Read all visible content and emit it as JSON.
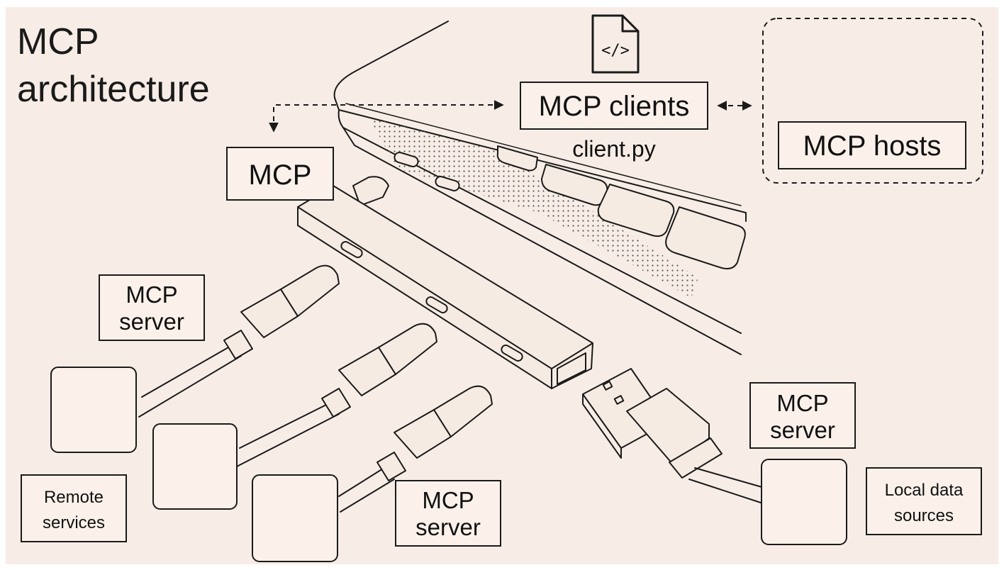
{
  "colors": {
    "background": "#f7ede6",
    "frame": "#ffffff",
    "ink": "#1a1a1a",
    "box_fill": "#fbf1ea"
  },
  "title": {
    "line1": "MCP",
    "line2": "architecture"
  },
  "icons": {
    "file": "code-file-icon",
    "file_glyph": "</>"
  },
  "labels": {
    "mcp_clients": "MCP clients",
    "client_file": "client.py",
    "mcp_hosts": "MCP hosts",
    "mcp": "MCP",
    "server_top_line1": "MCP",
    "server_top_line2": "server",
    "server_bottom_line1": "MCP",
    "server_bottom_line2": "server",
    "server_right_line1": "MCP",
    "server_right_line2": "server",
    "remote_line1": "Remote",
    "remote_line2": "services",
    "local_line1": "Local data",
    "local_line2": "sources"
  }
}
